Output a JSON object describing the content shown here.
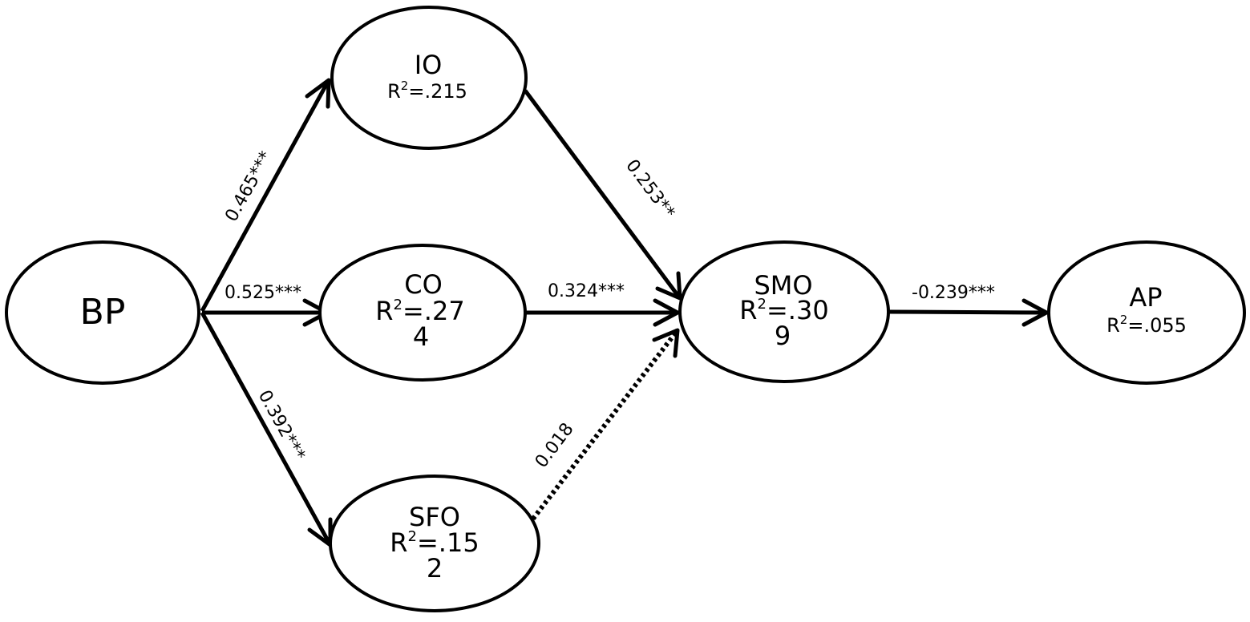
{
  "nodes": {
    "bp": {
      "name": "BP"
    },
    "io": {
      "name": "IO",
      "r2": "R",
      "r2_sup": "2",
      "r2_value": "=.215"
    },
    "co": {
      "name": "CO",
      "r2": "R",
      "r2_sup": "2",
      "r2_value": "=.27",
      "r2_wrap": "4"
    },
    "sfo": {
      "name": "SFO",
      "r2": "R",
      "r2_sup": "2",
      "r2_value": "=.15",
      "r2_wrap": "2"
    },
    "smo": {
      "name": "SMO",
      "r2": "R",
      "r2_sup": "2",
      "r2_value": "=.30",
      "r2_wrap": "9"
    },
    "ap": {
      "name": "AP",
      "r2": "R",
      "r2_sup": "2",
      "r2_value": "=.055"
    }
  },
  "edges": {
    "bp_io": {
      "coef": "0.465***",
      "style": "solid"
    },
    "bp_co": {
      "coef": "0.525***",
      "style": "solid"
    },
    "bp_sfo": {
      "coef": "0.392***",
      "style": "solid"
    },
    "io_smo": {
      "coef": "0.253**",
      "style": "solid"
    },
    "co_smo": {
      "coef": "0.324***",
      "style": "solid"
    },
    "sfo_smo": {
      "coef": "0.018",
      "style": "dotted"
    },
    "smo_ap": {
      "coef": "-0.239***",
      "style": "solid"
    }
  }
}
